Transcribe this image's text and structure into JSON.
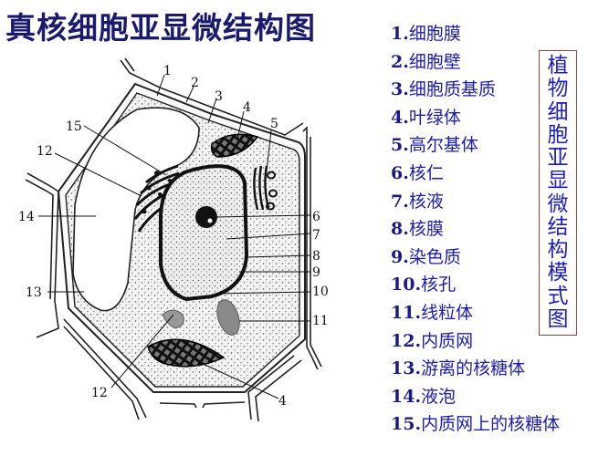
{
  "title": "真核细胞亚显微结构图",
  "vertical_title": [
    "植",
    "物",
    "细",
    "胞",
    "亚",
    "显",
    "微",
    "结",
    "构",
    "模",
    "式",
    "图"
  ],
  "legend": [
    {
      "num": "1.",
      "label": "细胞膜"
    },
    {
      "num": "2.",
      "label": "细胞壁"
    },
    {
      "num": "3.",
      "label": "细胞质基质"
    },
    {
      "num": "4.",
      "label": "叶绿体"
    },
    {
      "num": "5.",
      "label": "高尔基体"
    },
    {
      "num": "6.",
      "label": "核仁"
    },
    {
      "num": "7.",
      "label": "核液"
    },
    {
      "num": "8.",
      "label": "核膜"
    },
    {
      "num": "9.",
      "label": "染色质"
    },
    {
      "num": "10.",
      "label": "核孔"
    },
    {
      "num": "11.",
      "label": "线粒体"
    },
    {
      "num": "12.",
      "label": "内质网"
    },
    {
      "num": "13.",
      "label": "游离的核糖体"
    },
    {
      "num": "14.",
      "label": "液泡"
    },
    {
      "num": "15.",
      "label": "内质网上的核糖体"
    }
  ],
  "diagram_labels": {
    "l1": "1",
    "l2": "2",
    "l3": "3",
    "l4": "4",
    "l5": "5",
    "l6": "6",
    "l7": "7",
    "l8": "8",
    "l9": "9",
    "l10": "10",
    "l11": "11",
    "l12": "12",
    "l12b": "12",
    "l13": "13",
    "l14": "14",
    "l15": "15",
    "l4b": "4"
  },
  "colors": {
    "title": "#1a1a6e",
    "legend_text": "#1c1cb0",
    "vbox_border": "#a33a3a",
    "vbox_text": "#1c1cc0"
  }
}
